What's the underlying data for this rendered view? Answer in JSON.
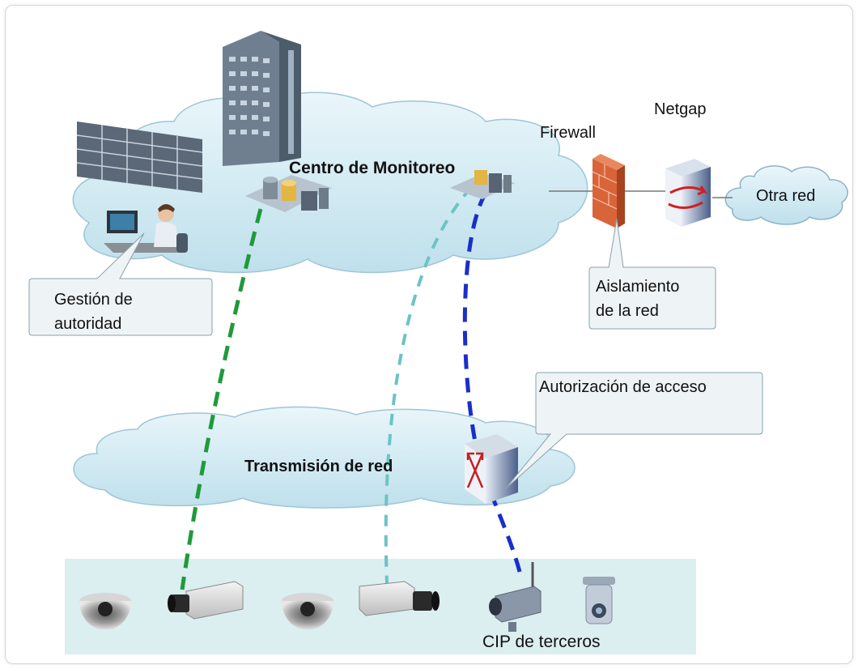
{
  "labels": {
    "monitoring_center": "Centro de Monitoreo",
    "netgap": "Netgap",
    "firewall": "Firewall",
    "other_network": "Otra red",
    "authority_mgmt_line1": "Gestión de",
    "authority_mgmt_line2": "autoridad",
    "isolation_line1": "Aislamiento",
    "isolation_line2": "de la red",
    "access_auth": "Autorización de acceso",
    "network_transmission": "Transmisión de red",
    "third_party_cip": "CIP de terceros"
  },
  "colors": {
    "cloud_fill": "#cfeaf3",
    "cloud_stroke": "#9fc5d6",
    "panel_fill": "#dbeef0",
    "green_link": "#1f9a3a",
    "teal_link": "#6cc3c4",
    "blue_link": "#1a2fc8",
    "firewall": "#d9643a",
    "callout_fill": "#eef4f6"
  },
  "icons": [
    "video-wall-icon",
    "building-icon",
    "operator-workstation-icon",
    "server-rack-icon",
    "firewall-icon",
    "netgap-icon",
    "router-switch-icon",
    "dome-camera-icon",
    "box-camera-icon",
    "ip-camera-icon",
    "ptz-camera-icon"
  ]
}
